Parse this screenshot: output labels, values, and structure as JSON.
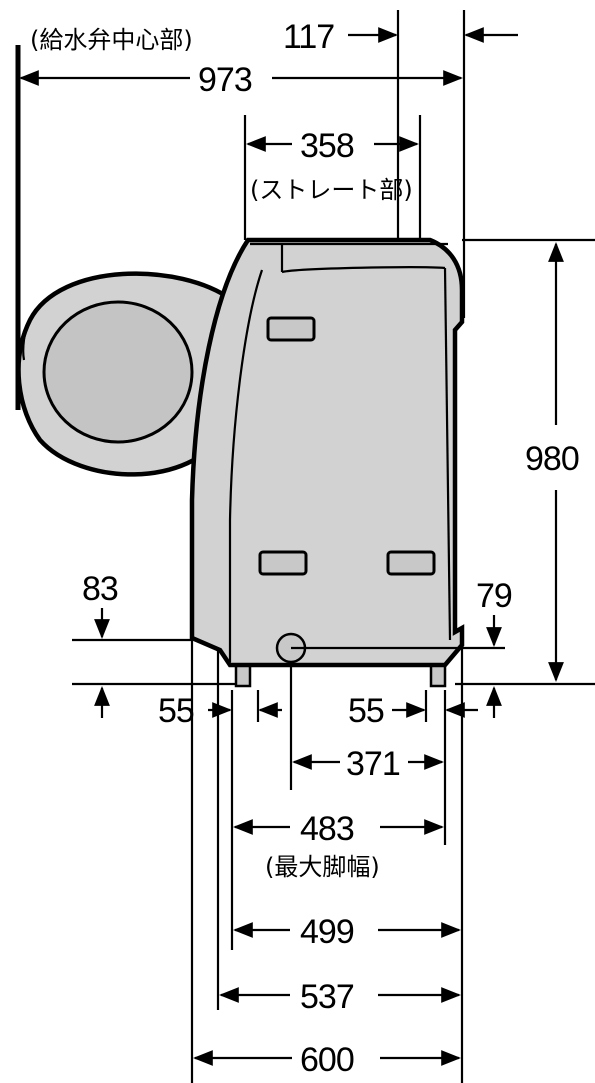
{
  "labels": {
    "water_valve_note": "(給水弁中心部)",
    "dim_117": "117",
    "dim_973": "973",
    "dim_358": "358",
    "straight_note": "(ストレート部)",
    "dim_980": "980",
    "dim_83": "83",
    "dim_79": "79",
    "dim_55_left": "55",
    "dim_55_right": "55",
    "dim_371": "371",
    "dim_483": "483",
    "max_leg_width_note": "(最大脚幅)",
    "dim_499": "499",
    "dim_537": "537",
    "dim_600": "600"
  },
  "colors": {
    "body": "#d2d2d2",
    "line": "#000000",
    "door_inner": "#c4c4c4"
  }
}
